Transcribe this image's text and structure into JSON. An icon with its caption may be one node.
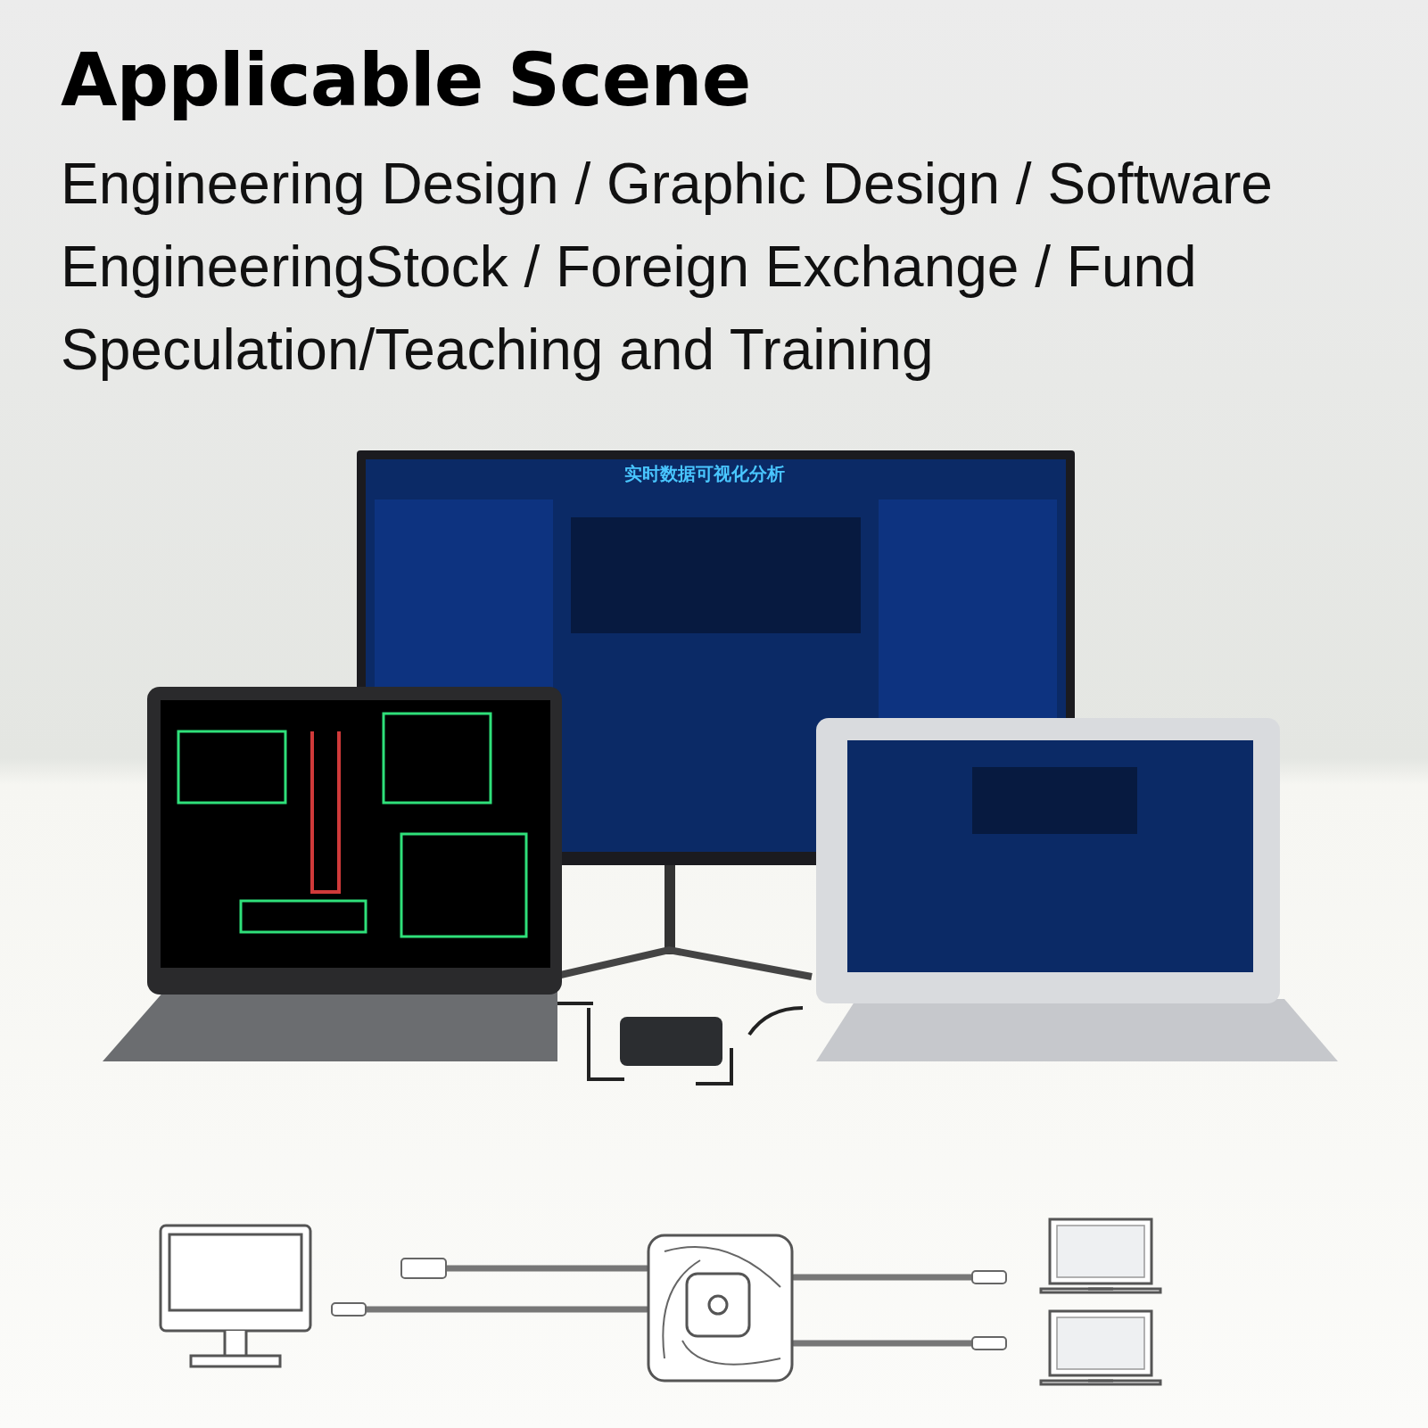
{
  "diagram": {
    "title": "Applicable Scene",
    "nodes": [
      {
        "text": [],
        "shape": "picture"
      },
      {
        "text": [],
        "shape": "picture"
      },
      {
        "text": [],
        "shape": "picture"
      },
      {
        "text": [],
        "shape": "picture"
      }
    ],
    "edges": [
      {
        "from": null,
        "to": 1,
        "arrow": "none"
      },
      {
        "from": null,
        "to": 1,
        "arrow": "none"
      },
      {
        "from": 1,
        "to": null,
        "arrow": "none"
      },
      {
        "from": 1,
        "to": null,
        "arrow": "none"
      }
    ],
    "labels": [
      "Engineering Design / Graphic Design / Software EngineeringStock / Foreign Exchange / Fund Speculation/Teaching and Training",
      "实时数据可视化分析"
    ]
  }
}
